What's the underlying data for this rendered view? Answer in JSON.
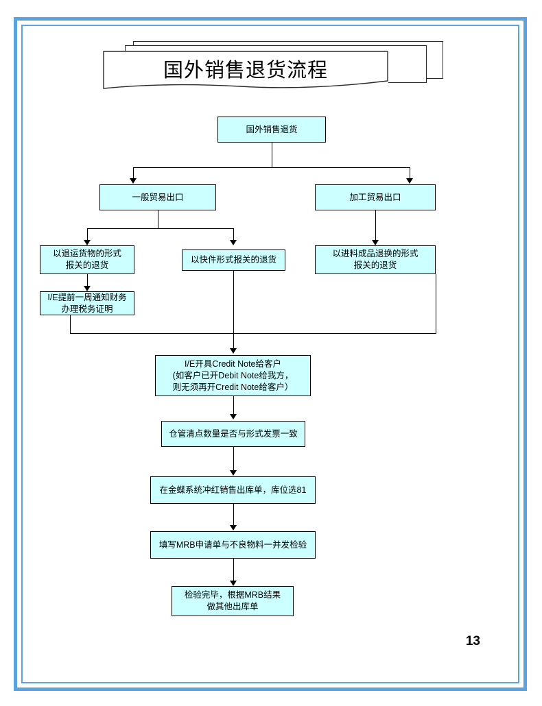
{
  "document": {
    "title": "国外销售退货流程",
    "page_number": "13",
    "border_color": "#5ba3de",
    "node_fill_color": "#ccffff",
    "node_border_color": "#000000"
  },
  "flowchart": {
    "type": "flowchart",
    "nodes": [
      {
        "id": "start",
        "label": "国外销售退货"
      },
      {
        "id": "general",
        "label": "一般贸易出口"
      },
      {
        "id": "processing",
        "label": "加工贸易出口"
      },
      {
        "id": "return-goods",
        "label": "以退运货物的形式\n报关的退货"
      },
      {
        "id": "express",
        "label": "以快件形式报关的退货"
      },
      {
        "id": "material",
        "label": "以进料成品退换的形式\n报关的退货"
      },
      {
        "id": "ie-tax",
        "label": "I/E提前一周通知财务\n办理税务证明"
      },
      {
        "id": "credit-note",
        "label": "I/E开具Credit  Note给客户\n(如客户已开Debit  Note给我方，\n则无须再开Credit  Note给客户）"
      },
      {
        "id": "warehouse",
        "label": "仓管清点数量是否与形式发票一致"
      },
      {
        "id": "kingdee",
        "label": "在金蝶系统冲红销售出库单，库位选81"
      },
      {
        "id": "mrb",
        "label": "填写MRB申请单与不良物料一并发检验"
      },
      {
        "id": "inspect",
        "label": "检验完毕，根据MRB结果\n做其他出库单"
      }
    ],
    "edges": [
      {
        "from": "start",
        "to": "general"
      },
      {
        "from": "start",
        "to": "processing"
      },
      {
        "from": "general",
        "to": "return-goods"
      },
      {
        "from": "general",
        "to": "express"
      },
      {
        "from": "processing",
        "to": "material"
      },
      {
        "from": "return-goods",
        "to": "ie-tax"
      },
      {
        "from": "ie-tax",
        "to": "credit-note"
      },
      {
        "from": "express",
        "to": "credit-note"
      },
      {
        "from": "material",
        "to": "credit-note"
      },
      {
        "from": "credit-note",
        "to": "warehouse"
      },
      {
        "from": "warehouse",
        "to": "kingdee"
      },
      {
        "from": "kingdee",
        "to": "mrb"
      },
      {
        "from": "mrb",
        "to": "inspect"
      }
    ]
  }
}
